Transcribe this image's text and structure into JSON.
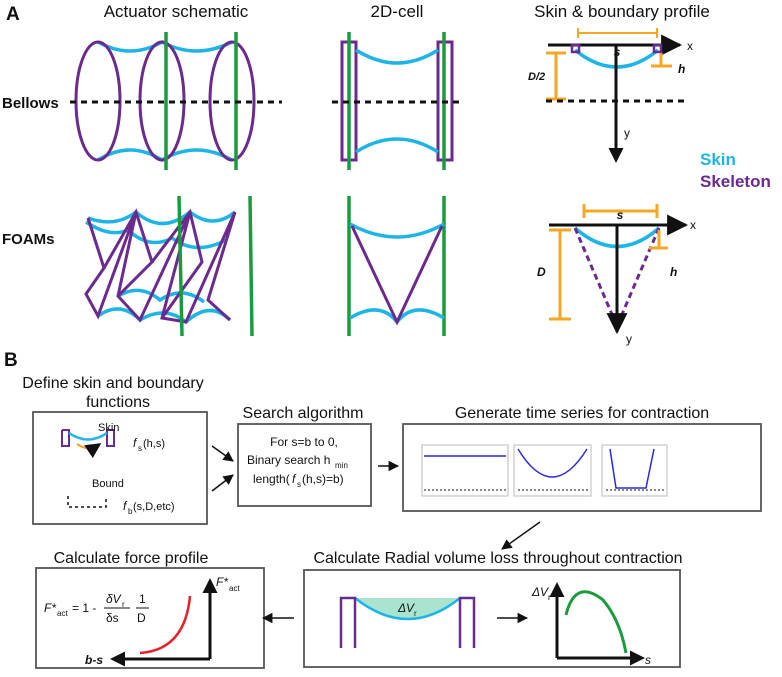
{
  "panel_a": {
    "label": "A",
    "col1": "Actuator schematic",
    "col2": "2D-cell",
    "col3": "Skin & boundary profile",
    "row1": "Bellows",
    "row2": "FOAMs",
    "legend_skin": "Skin",
    "legend_skeleton": "Skeleton",
    "p1": {
      "s": "s",
      "h": "h",
      "dim": "D/2",
      "x": "x",
      "y": "y"
    },
    "p2": {
      "s": "s",
      "h": "h",
      "dim": "D",
      "x": "x",
      "y": "y"
    }
  },
  "panel_b": {
    "label": "B",
    "define_title_1": "Define skin and boundary",
    "define_title_2": "functions",
    "skin_label": "Skin",
    "fs_f": "f",
    "fs_sub": "s",
    "fs_args": "(h,s)",
    "bound_label": "Bound",
    "fb_f": "f",
    "fb_sub": "b",
    "fb_args": "(s,D,etc)",
    "search_title": "Search algorithm",
    "search_l1": "For s=b to 0,",
    "search_l2": "Binary search h",
    "search_l2_sub": "min",
    "search_l3_a": "length(",
    "search_l3_f": "f",
    "search_l3_sub": "s",
    "search_l3_b": "(h,s)=b)",
    "timeseries_title": "Generate time series for contraction",
    "force_title": "Calculate force profile",
    "radial_title": "Calculate Radial volume loss throughout contraction",
    "formula": {
      "lhs": "F*",
      "lhs_sub": "act",
      "eq": "= 1 -",
      "num": "δV",
      "num_sub": "r",
      "den": "δs",
      "num2": "1",
      "den2": "D"
    },
    "force_axis_y": "F*",
    "force_axis_y_sub": "act",
    "force_axis_x": "b-s",
    "dv_label": "ΔV",
    "dv_sub": "r",
    "dv_axis_y": "ΔV",
    "dv_axis_y_sub": "r",
    "dv_axis_x": "s"
  },
  "colors": {
    "skin": "#1eb4e6",
    "skeleton": "#6a2a8e",
    "boundary": "#1a9c3e",
    "dimension": "#f5a623",
    "force_curve": "#e8202a",
    "volume_curve": "#1a9c3e",
    "volume_fill": "#a8e4cf",
    "plot_line": "#2b2bd6"
  }
}
